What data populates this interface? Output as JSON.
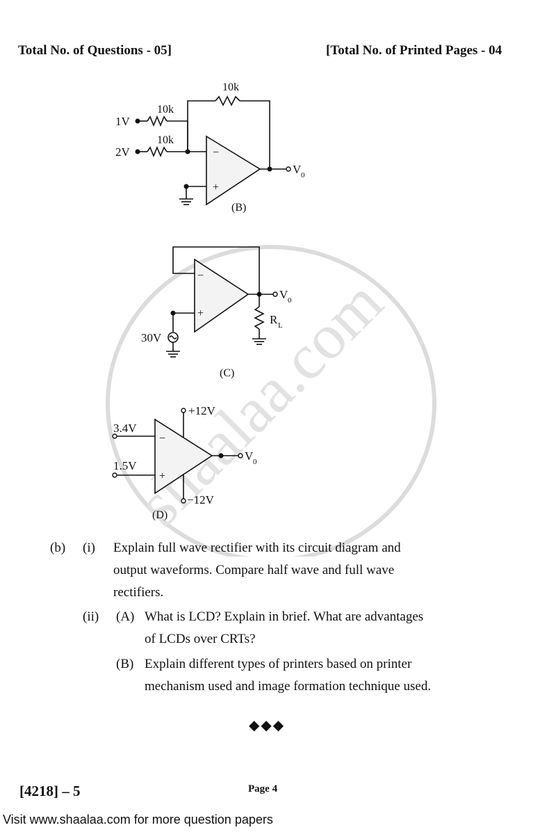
{
  "header": {
    "left": "Total No. of  Questions - 05]",
    "right": "[Total No. of Printed Pages - 04"
  },
  "circuits": {
    "b": {
      "label": "(B)",
      "r_feedback": "10k",
      "r_in1": "10k",
      "r_in2": "10k",
      "v_in1": "1V",
      "v_in2": "2V",
      "output": "V",
      "output_sub": "0"
    },
    "c": {
      "label": "(C)",
      "source": "30V",
      "load": "R",
      "load_sub": "L",
      "output": "V",
      "output_sub": "0"
    },
    "d": {
      "label": "(D)",
      "v_inv": "3.4V",
      "v_noninv": "1.5V",
      "supply_pos": "+12V",
      "supply_neg": "−12V",
      "output": "V",
      "output_sub": "0"
    }
  },
  "watermark": "shaalaa.com",
  "questions": {
    "b_label": "(b)",
    "i_label": "(i)",
    "i_lines": [
      "Explain full wave rectifier with its circuit diagram and",
      "output waveforms. Compare half wave and full wave",
      "rectifiers."
    ],
    "ii_label": "(ii)",
    "a_label": "(A)",
    "a_lines": [
      "What is LCD? Explain in brief. What are advantages",
      "of LCDs over CRTs?"
    ],
    "bq_label": "(B)",
    "bq_lines": [
      "Explain different types of printers based on printer",
      "mechanism used and image formation technique used."
    ]
  },
  "end_mark": "◆◆◆",
  "footer": {
    "code": "[4218] – 5",
    "page": "Page 4",
    "link": "Visit www.shaalaa.com for more question papers"
  }
}
